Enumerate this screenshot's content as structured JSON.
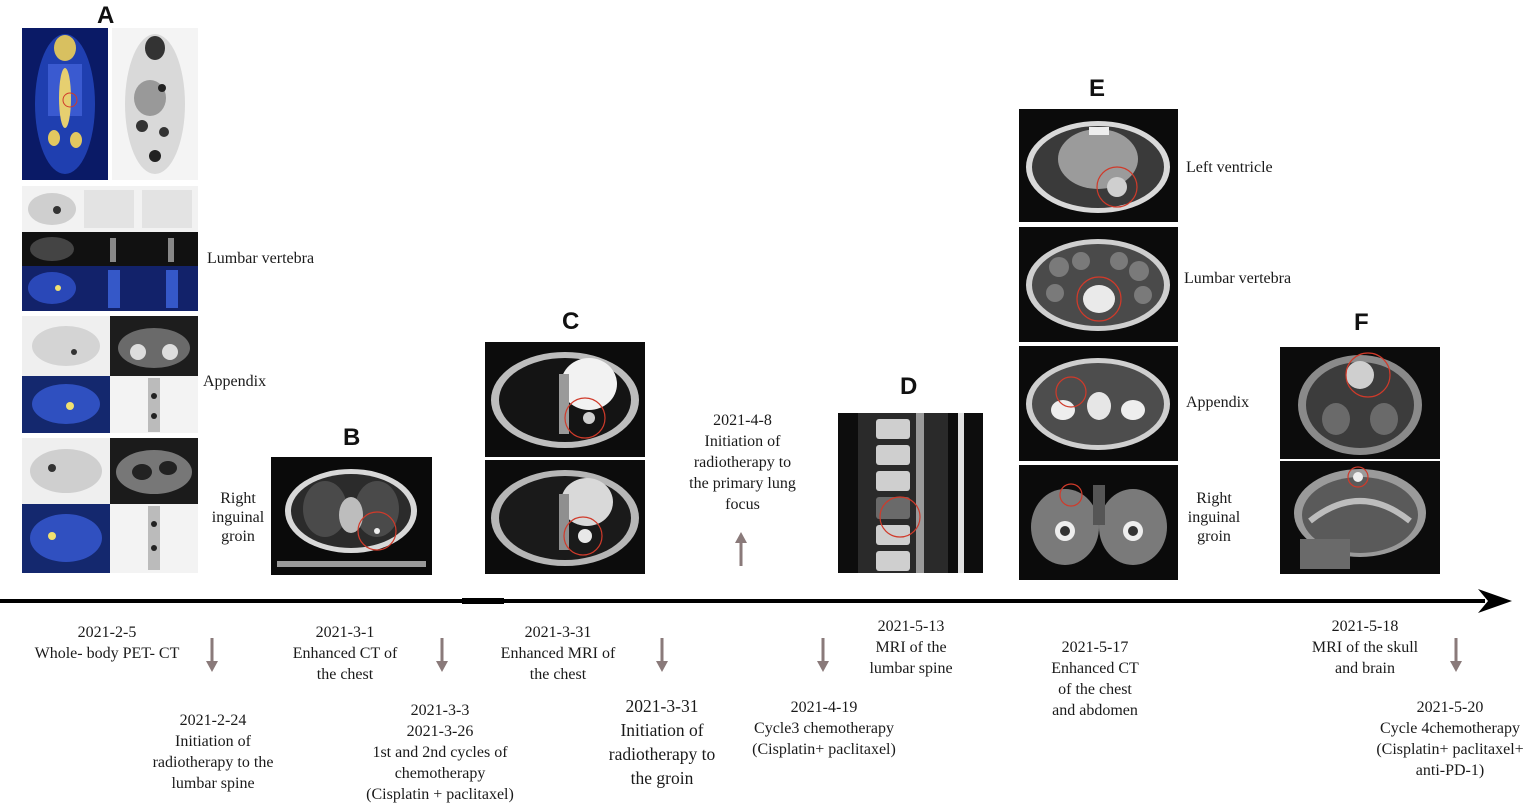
{
  "panels": {
    "A": {
      "letter": "A",
      "sublabels": [
        "Lumbar vertebra",
        "Appendix",
        "Right\ninguinal\ngroin"
      ]
    },
    "B": {
      "letter": "B"
    },
    "C": {
      "letter": "C"
    },
    "D": {
      "letter": "D"
    },
    "E": {
      "letter": "E",
      "sublabels": [
        "Left ventricle",
        "Lumbar vertebra",
        "Appendix",
        "Right\ninguinal\ngroin"
      ]
    },
    "F": {
      "letter": "F"
    }
  },
  "above_axis": {
    "radiotherapy_lung": [
      "2021-4-8",
      "Initiation of",
      "radiotherapy to",
      "the primary lung",
      "focus"
    ]
  },
  "events_top": [
    [
      "2021-2-5",
      "Whole- body  PET- CT"
    ],
    [
      "2021-3-1",
      "Enhanced CT of",
      "the chest"
    ],
    [
      "2021-3-31",
      "Enhanced MRI of",
      "the chest"
    ],
    [
      "2021-5-13",
      "MRI of the",
      "lumbar spine"
    ],
    [
      "2021-5-17",
      "Enhanced CT",
      "of the chest",
      "and abdomen"
    ],
    [
      "2021-5-18",
      "MRI of the skull",
      "and brain"
    ]
  ],
  "events_bottom": [
    [
      "2021-2-24",
      "Initiation of",
      "radiotherapy to the",
      "lumbar spine"
    ],
    [
      "2021-3-3",
      "2021-3-26",
      "1st and 2nd cycles of",
      "chemotherapy",
      "(Cisplatin + paclitaxel)"
    ],
    [
      "2021-3-31",
      "Initiation of",
      "radiotherapy to",
      "the groin"
    ],
    [
      "2021-4-19",
      "Cycle3 chemotherapy",
      "(Cisplatin+ paclitaxel)"
    ],
    [
      "2021-5-20",
      "Cycle 4chemotherapy",
      "(Cisplatin+ paclitaxel+",
      "anti-PD-1)"
    ]
  ],
  "colors": {
    "arrow": "#8a7a7a",
    "timeline": "#000000",
    "pet_blue": "#1f3fb0",
    "lesion_circle": "#d03a2a"
  }
}
